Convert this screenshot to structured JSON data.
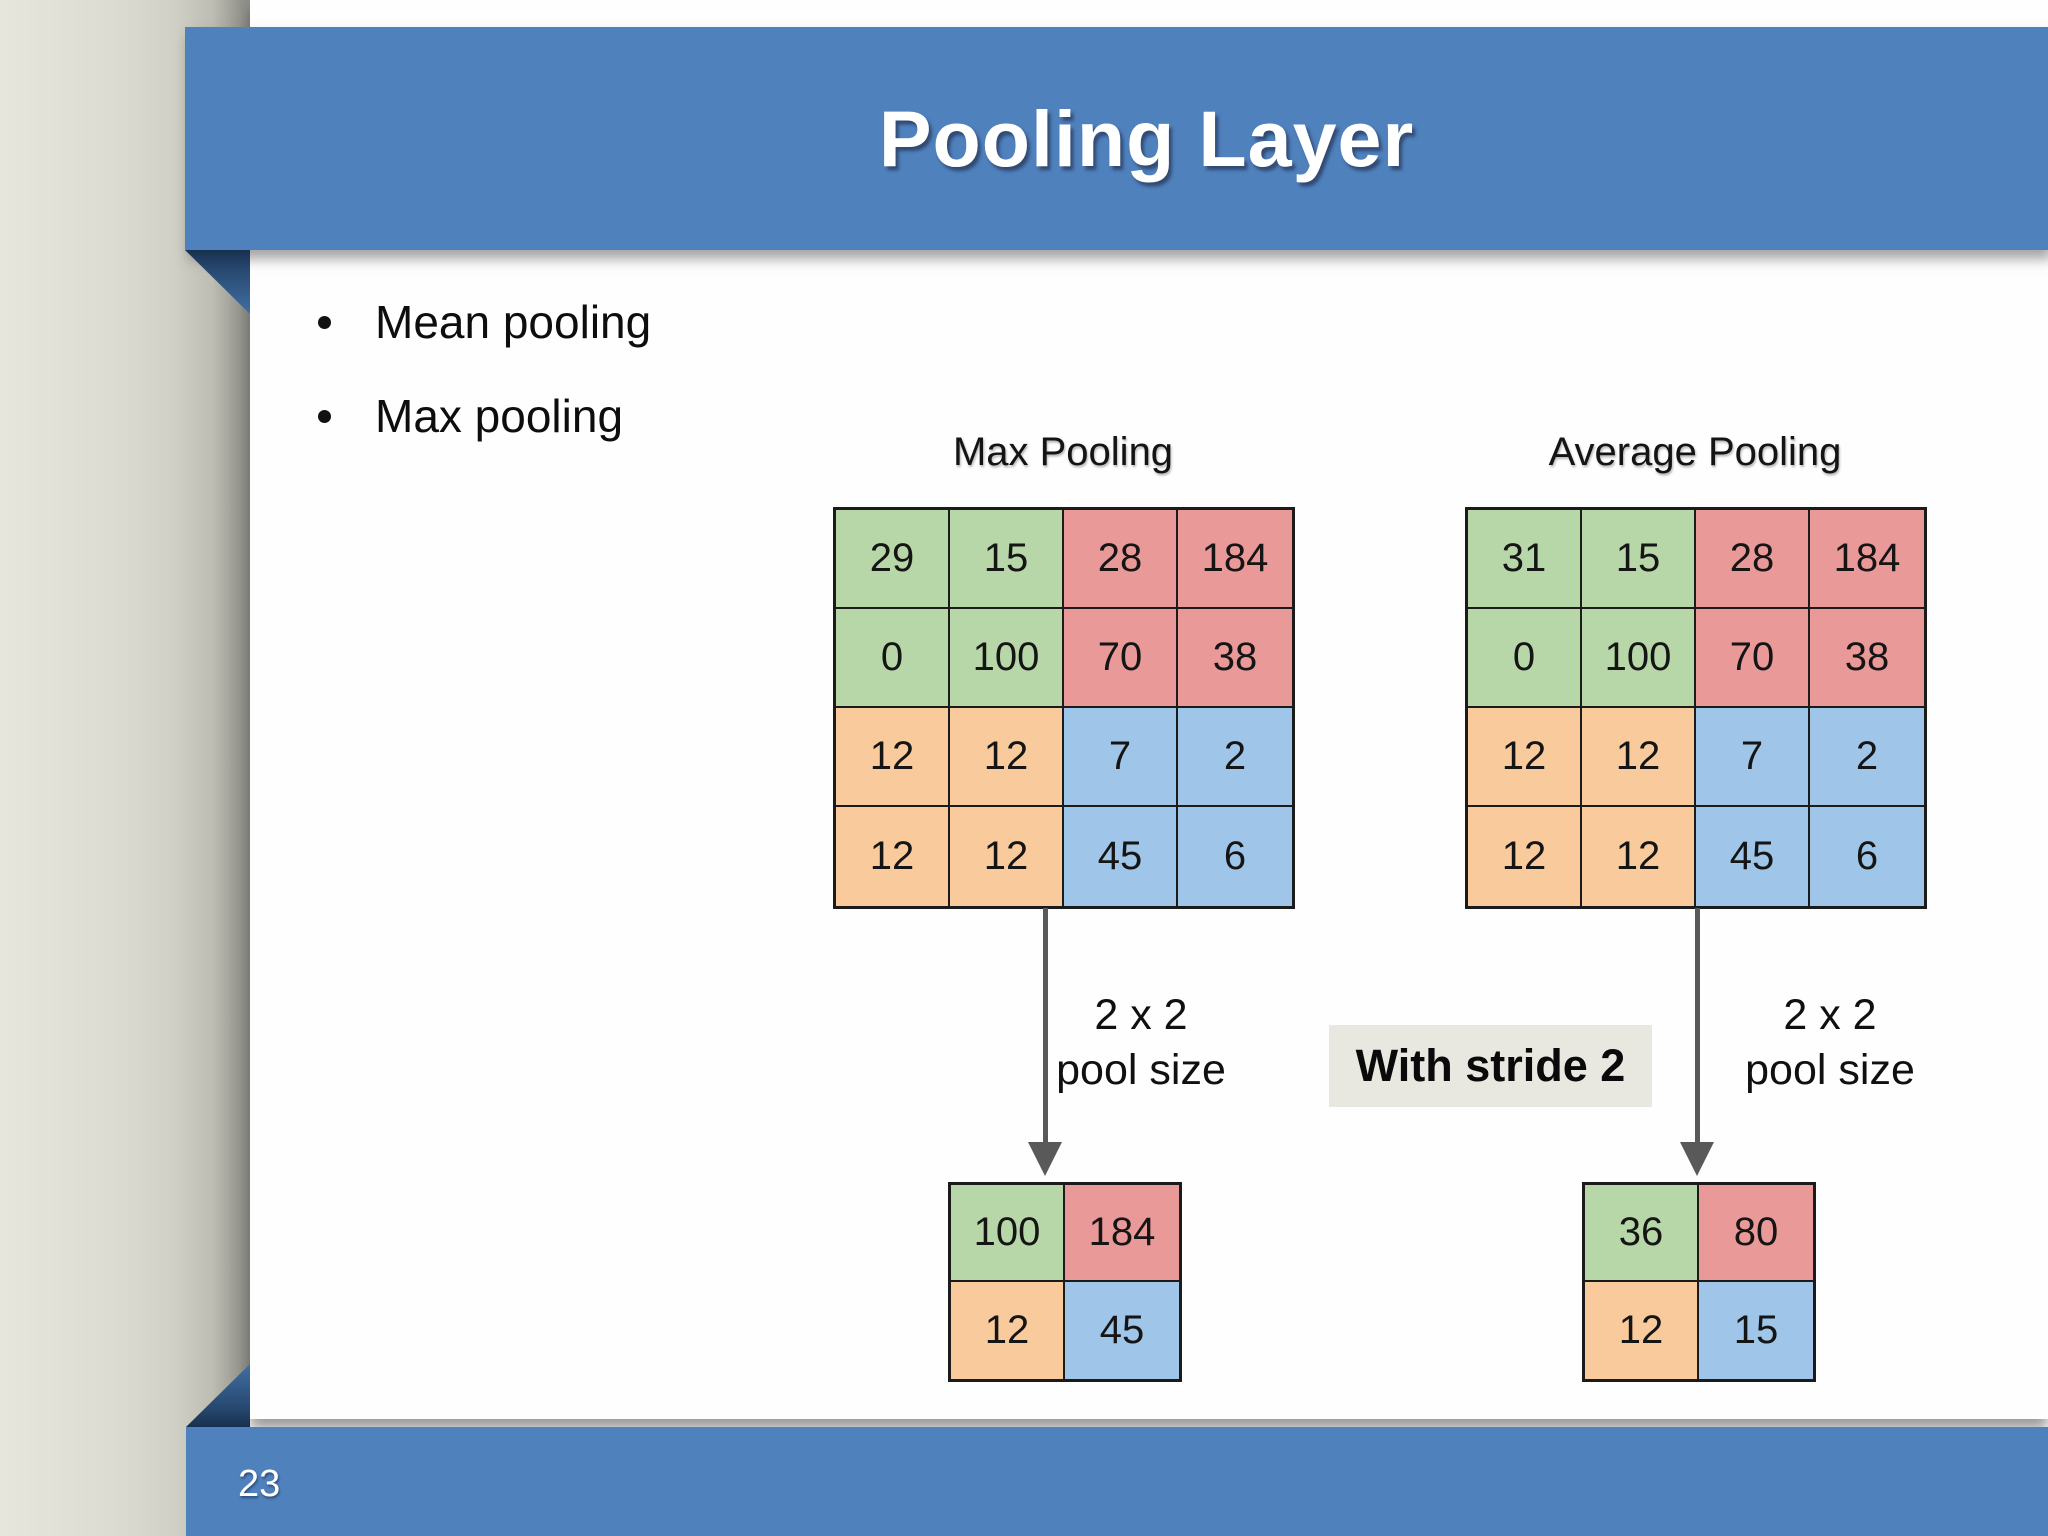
{
  "slide": {
    "title": "Pooling Layer",
    "page_number": "23",
    "bullets": [
      "Mean pooling",
      "Max pooling"
    ]
  },
  "diagram": {
    "max_pooling": {
      "title": "Max Pooling",
      "pool_label": "2 x 2\npool size",
      "input": {
        "values": [
          [
            29,
            15,
            28,
            184
          ],
          [
            0,
            100,
            70,
            38
          ],
          [
            12,
            12,
            7,
            2
          ],
          [
            12,
            12,
            45,
            6
          ]
        ],
        "colors": [
          [
            "green",
            "green",
            "red",
            "red"
          ],
          [
            "green",
            "green",
            "red",
            "red"
          ],
          [
            "orange",
            "orange",
            "blue",
            "blue"
          ],
          [
            "orange",
            "orange",
            "blue",
            "blue"
          ]
        ]
      },
      "output": {
        "values": [
          [
            100,
            184
          ],
          [
            12,
            45
          ]
        ],
        "colors": [
          [
            "green",
            "red"
          ],
          [
            "orange",
            "blue"
          ]
        ]
      }
    },
    "average_pooling": {
      "title": "Average Pooling",
      "pool_label": "2 x 2\npool size",
      "input": {
        "values": [
          [
            31,
            15,
            28,
            184
          ],
          [
            0,
            100,
            70,
            38
          ],
          [
            12,
            12,
            7,
            2
          ],
          [
            12,
            12,
            45,
            6
          ]
        ],
        "colors": [
          [
            "green",
            "green",
            "red",
            "red"
          ],
          [
            "green",
            "green",
            "red",
            "red"
          ],
          [
            "orange",
            "orange",
            "blue",
            "blue"
          ],
          [
            "orange",
            "orange",
            "blue",
            "blue"
          ]
        ]
      },
      "output": {
        "values": [
          [
            36,
            80
          ],
          [
            12,
            15
          ]
        ],
        "colors": [
          [
            "green",
            "red"
          ],
          [
            "orange",
            "blue"
          ]
        ]
      }
    },
    "stride_label": "With stride 2"
  },
  "palette": {
    "green": "#b7d7a8",
    "red": "#ea9999",
    "orange": "#f9cb9c",
    "blue": "#9fc5e8",
    "banner_blue": "#4f81bd",
    "fold_navy": "#17304f",
    "cell_border": "#1b1b1b",
    "arrow_gray": "#595959",
    "stride_box_bg": "#e9e8e0",
    "left_strip": "#dedfd5"
  }
}
